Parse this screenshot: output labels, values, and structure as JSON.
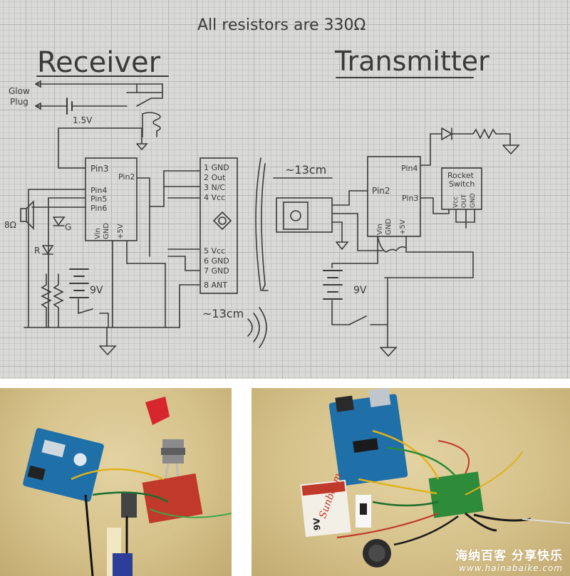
{
  "schematic": {
    "note": "All resistors are 330Ω",
    "receiver": {
      "title": "Receiver",
      "glow_plug_label": [
        "Glow",
        "Plug"
      ],
      "battery_voltage": "1.5V",
      "speaker_label": "8Ω",
      "led_r": "R",
      "led_g": "G",
      "arduino_pins": [
        "Pin3",
        "Pin2",
        "Pin4",
        "Pin5",
        "Pin6",
        "Vin",
        "GND",
        "+5V"
      ],
      "battery_9v": "9V"
    },
    "radio_module": {
      "pins": [
        "1 GND",
        "2 Out",
        "3 N/C",
        "4 Vcc",
        "5 Vcc",
        "6 GND",
        "7 GND",
        "8 ANT"
      ]
    },
    "distance_top": "~13cm",
    "distance_bottom": "~13cm",
    "transmitter": {
      "title": "Transmitter",
      "arduino_pins": [
        "Pin4",
        "Pin2",
        "Pin3",
        "Vin",
        "GND",
        "+5V"
      ],
      "rocket_switch": [
        "Rocket",
        "Switch"
      ],
      "rocket_pins": [
        "Vcc",
        "OUT",
        "GND"
      ],
      "battery_9v": "9V"
    }
  },
  "photos": {
    "right_battery_brand": "Sunbeam",
    "right_battery_voltage": "9V"
  },
  "watermark": {
    "site_cn": "海纳百客 分享快乐",
    "site_url": "www.hainabaike.com"
  },
  "colors": {
    "paper": "#d9d9d7",
    "pencil": "#3a3a3a",
    "photo_bg": "#d6c28b",
    "arduino_blue": "#1f6fa8",
    "breadboard_red": "#c0392b",
    "breadboard_green": "#2e8b3a"
  }
}
